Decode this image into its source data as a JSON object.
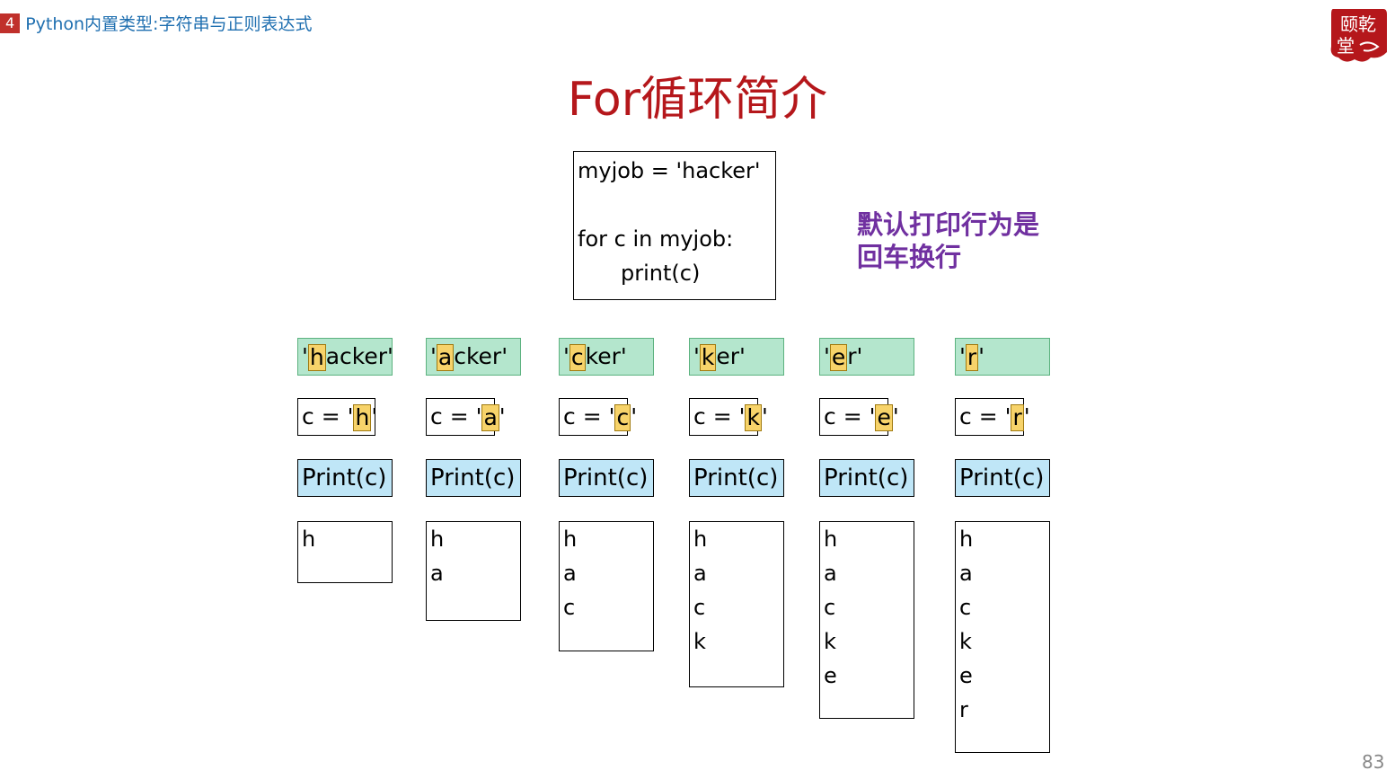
{
  "header": {
    "chapter_number": "4",
    "chapter_title": "Python内置类型:字符串与正则表达式"
  },
  "logo": {
    "text": "颐乾堂",
    "color": "#b5171b"
  },
  "title": "For循环简介",
  "code": {
    "line1": "myjob = 'hacker'",
    "line2": "",
    "line3": "for c in myjob:",
    "line4": "print(c)"
  },
  "note": {
    "line1": "默认打印行为是",
    "line2": "回车换行"
  },
  "steps": [
    {
      "str_pre": "'",
      "str_hl": "h",
      "str_post": "acker'",
      "c_pre": "c = '",
      "c_hl": "h",
      "c_post": "'",
      "print": "Print(c)",
      "output": [
        "h"
      ]
    },
    {
      "str_pre": "'",
      "str_hl": "a",
      "str_post": "cker'",
      "c_pre": "c = '",
      "c_hl": "a",
      "c_post": "'",
      "print": "Print(c)",
      "output": [
        "h",
        "a"
      ]
    },
    {
      "str_pre": "'",
      "str_hl": "c",
      "str_post": "ker'",
      "c_pre": "c = '",
      "c_hl": "c",
      "c_post": "'",
      "print": "Print(c)",
      "output": [
        "h",
        "a",
        "c"
      ]
    },
    {
      "str_pre": "'",
      "str_hl": "k",
      "str_post": "er'",
      "c_pre": "c = '",
      "c_hl": "k",
      "c_post": "'",
      "print": "Print(c)",
      "output": [
        "h",
        "a",
        "c",
        "k"
      ]
    },
    {
      "str_pre": "'",
      "str_hl": "e",
      "str_post": "r'",
      "c_pre": "c = '",
      "c_hl": "e",
      "c_post": "'",
      "print": "Print(c)",
      "output": [
        "h",
        "a",
        "c",
        "k",
        "e"
      ]
    },
    {
      "str_pre": "'",
      "str_hl": "r",
      "str_post": "'",
      "c_pre": "c = '",
      "c_hl": "r",
      "c_post": "'",
      "print": "Print(c)",
      "output": [
        "h",
        "a",
        "c",
        "k",
        "e",
        "r"
      ]
    }
  ],
  "page_number": "83"
}
